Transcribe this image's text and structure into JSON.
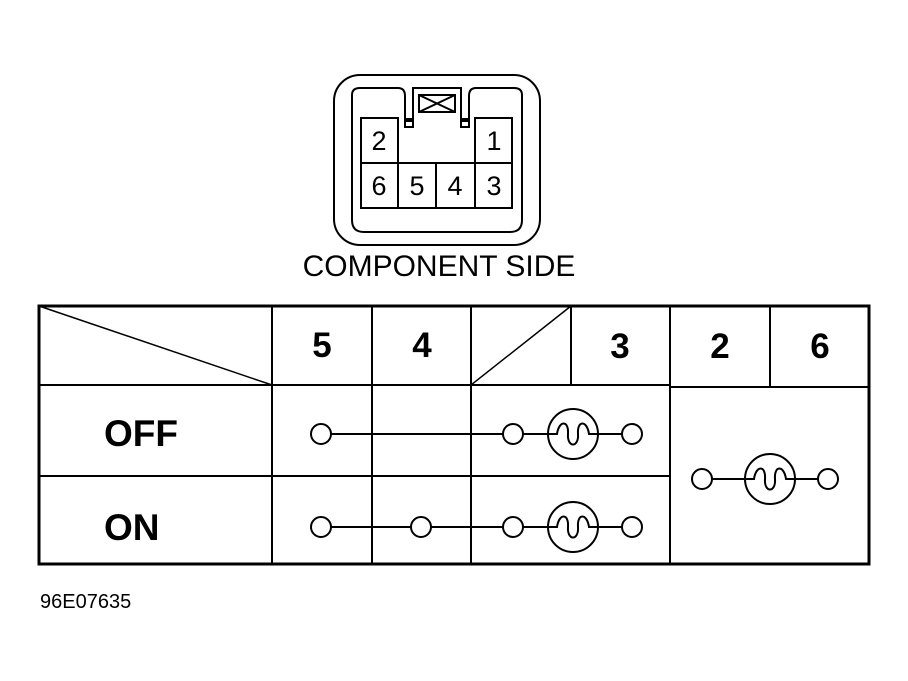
{
  "connector": {
    "pins_top": [
      "2",
      "1"
    ],
    "pins_bottom": [
      "6",
      "5",
      "4",
      "3"
    ],
    "caption": "COMPONENT SIDE"
  },
  "table": {
    "headers": [
      "5",
      "4",
      "3",
      "2",
      "6"
    ],
    "rows": [
      {
        "label": "OFF"
      },
      {
        "label": "ON"
      }
    ]
  },
  "figure_code": "96E07635"
}
